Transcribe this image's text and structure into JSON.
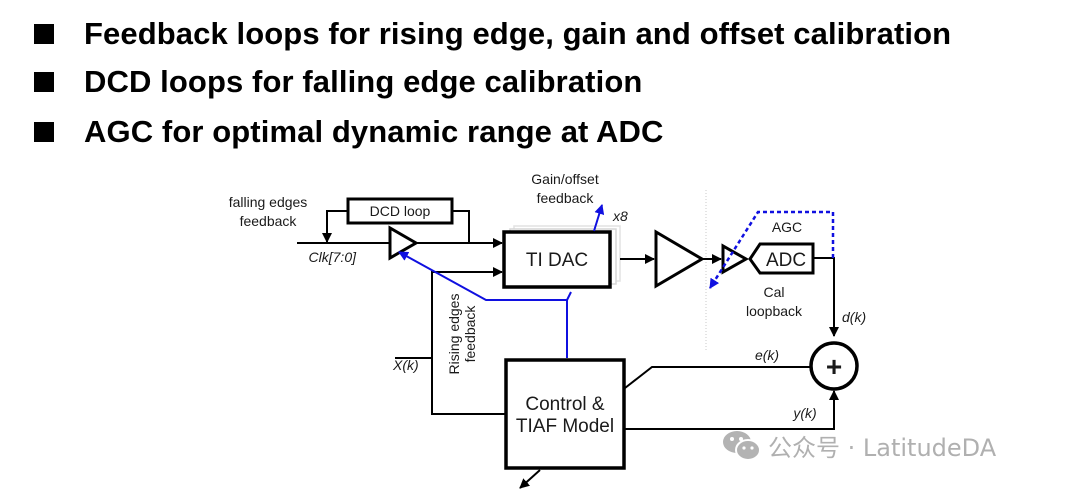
{
  "bullets": [
    {
      "text": "Feedback loops for rising edge, gain and offset calibration"
    },
    {
      "text": "DCD loops for falling edge calibration"
    },
    {
      "text": "AGC for optimal dynamic range at ADC"
    }
  ],
  "diagram": {
    "blocks": {
      "dcd_loop": "DCD loop",
      "ti_dac": "TI DAC",
      "adc": "ADC",
      "control_line1": "Control &",
      "control_line2": "TIAF Model",
      "sum": "+"
    },
    "labels": {
      "falling_edges_1": "falling edges",
      "falling_edges_2": "feedback",
      "clk": "Clk[7:0]",
      "gain_offset_1": "Gain/offset",
      "gain_offset_2": "feedback",
      "x8": "x8",
      "agc": "AGC",
      "cal_1": "Cal",
      "cal_2": "loopback",
      "rising_1": "Rising edges",
      "rising_2": "feedback",
      "xk": "X(k)",
      "dk": "d(k)",
      "ek": "e(k)",
      "yk": "y(k)"
    },
    "colors": {
      "line": "#000000",
      "feedback": "#1010e0",
      "divider": "#bbbbbb"
    }
  },
  "watermark": {
    "icon": "wechat-icon",
    "text": "公众号 · LatitudeDA"
  }
}
